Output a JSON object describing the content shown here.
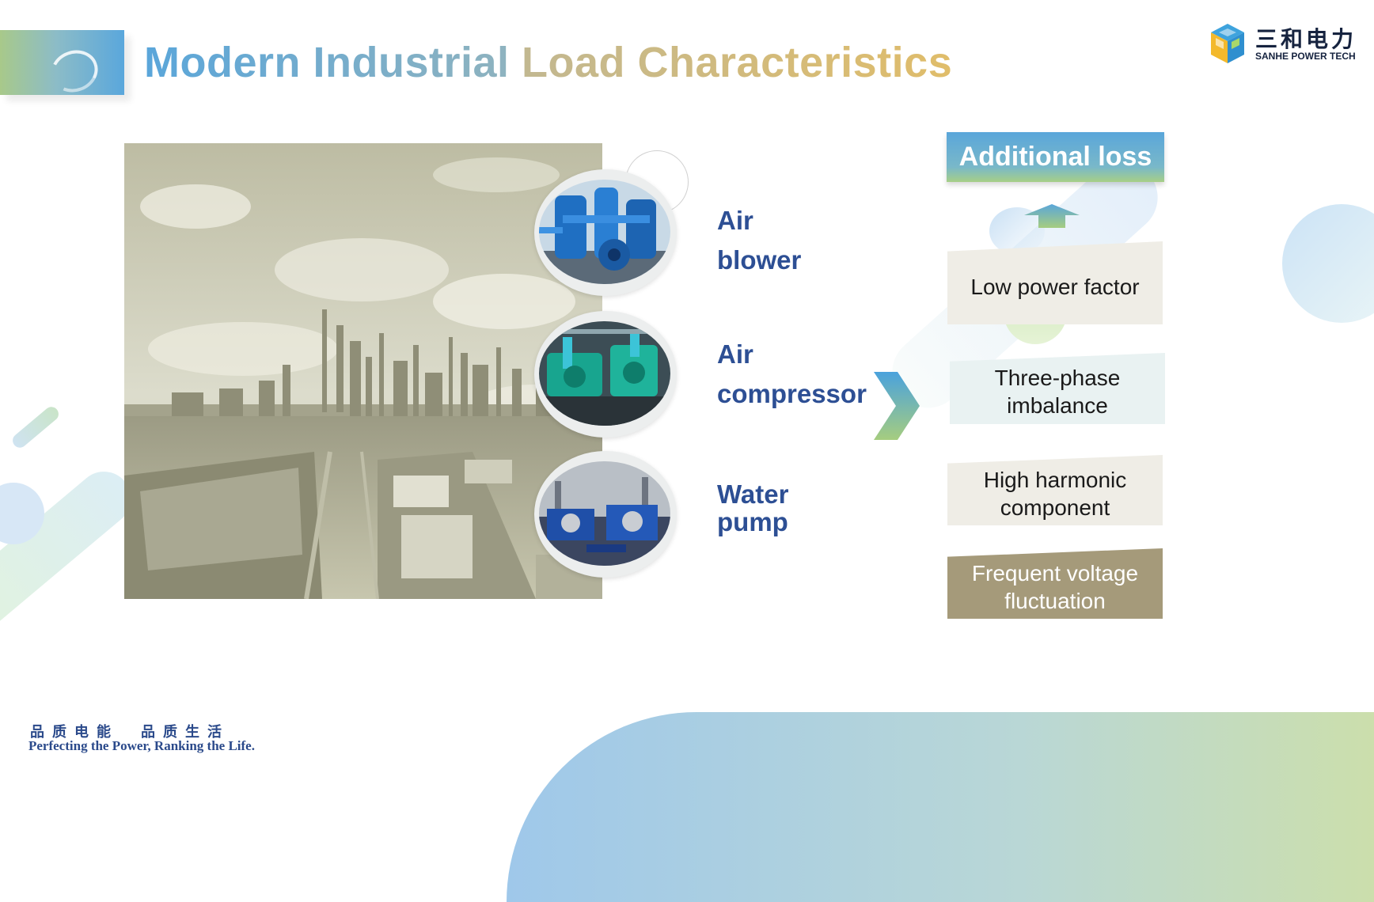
{
  "title": {
    "part_a": "Modern Industrial",
    "part_b": "Load Characteristics"
  },
  "logo": {
    "cn": "三和电力",
    "en": "SANHE POWER TECH"
  },
  "equipment": [
    {
      "line1": "Air",
      "line2": "blower"
    },
    {
      "line1": "Air",
      "line2": "compressor"
    },
    {
      "line1": "Water",
      "line2": "pump"
    }
  ],
  "characteristics": {
    "header": "Additional loss",
    "items": [
      {
        "line1": "Low power factor",
        "line2": ""
      },
      {
        "line1": "Three-phase",
        "line2": "imbalance"
      },
      {
        "line1": "High harmonic",
        "line2": "component"
      },
      {
        "line1": "Frequent voltage",
        "line2": "fluctuation"
      }
    ]
  },
  "footer": {
    "slogan_cn": "品质电能　品质生活",
    "slogan_en": "Perfecting the Power, Ranking the Life."
  },
  "colors": {
    "label_blue": "#2d4f94",
    "title_blue": "#5aa6da",
    "title_gold": "#e0bd6a",
    "box_beige": "#efede6",
    "box_mint": "#e9f2f2",
    "box_taupe": "#a59a7a"
  }
}
